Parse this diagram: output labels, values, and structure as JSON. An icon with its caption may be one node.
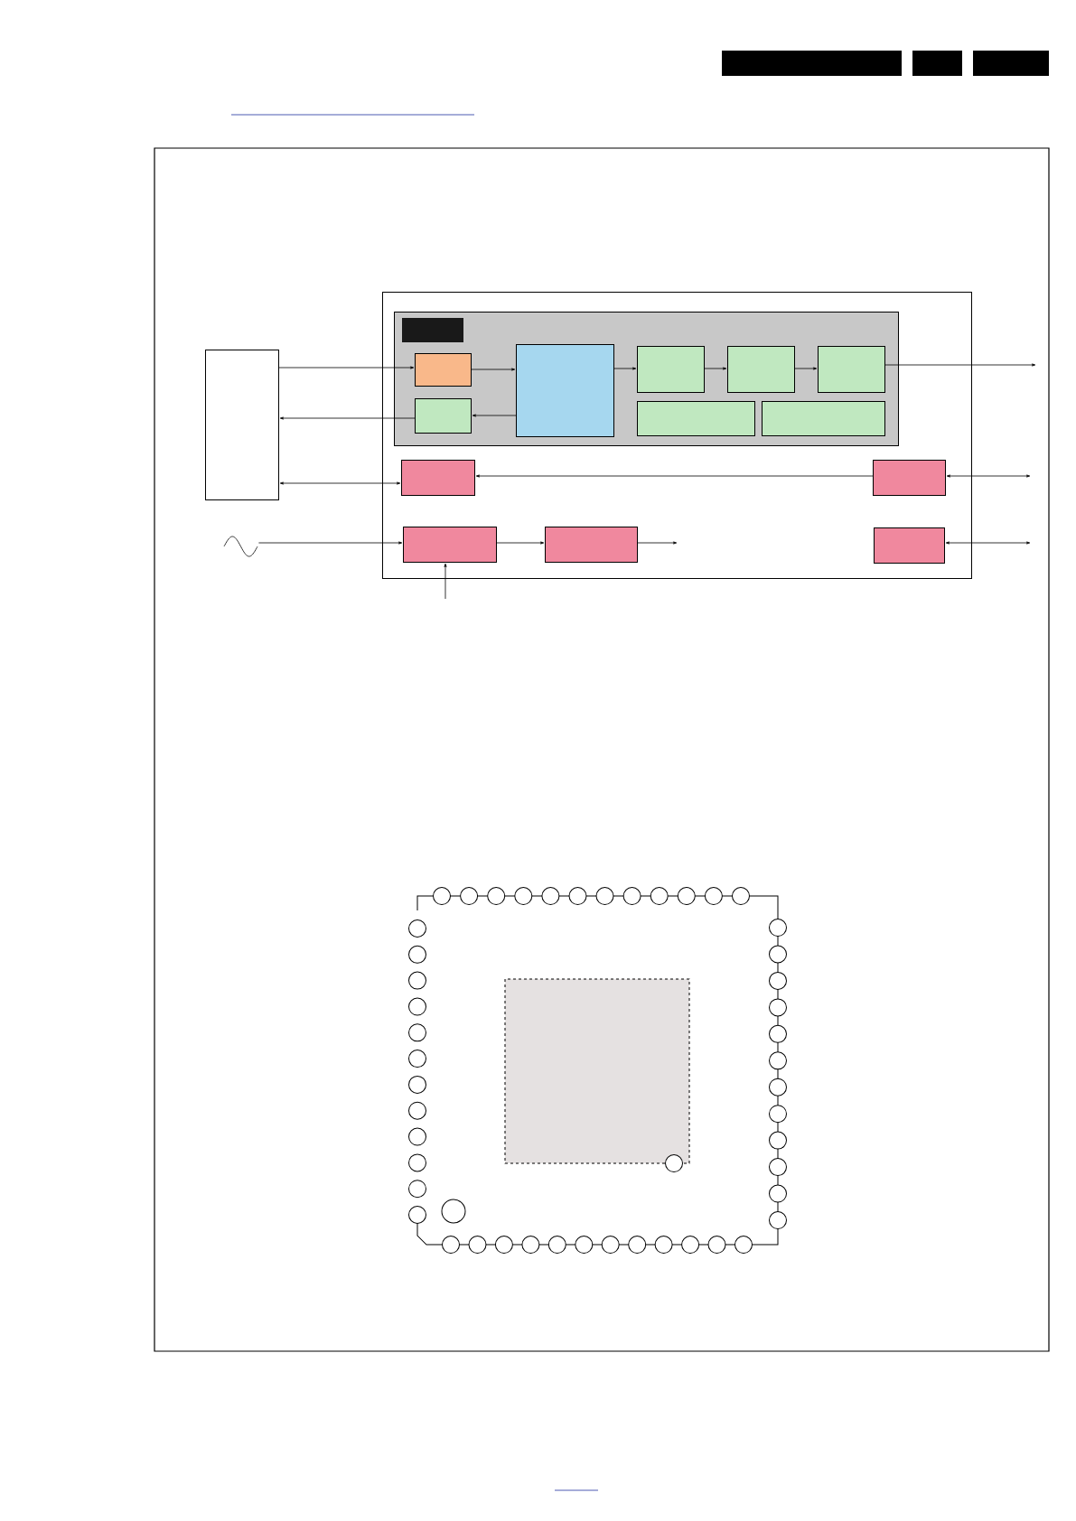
{
  "diagram": {
    "nodes": [
      {
        "text": [],
        "shape": "box"
      },
      {
        "text": [],
        "shape": "box"
      },
      {
        "text": [],
        "shape": "box",
        "in": 1
      },
      {
        "text": [],
        "shape": "box",
        "in": 2
      },
      {
        "text": [],
        "shape": "box",
        "in": 2
      },
      {
        "text": [],
        "shape": "box",
        "in": 2
      },
      {
        "text": [],
        "shape": "box",
        "in": 2
      },
      {
        "text": [],
        "shape": "box",
        "in": 2
      },
      {
        "text": [],
        "shape": "box",
        "in": 2
      },
      {
        "text": [],
        "shape": "box",
        "in": 2
      },
      {
        "text": [],
        "shape": "box",
        "in": 2
      },
      {
        "text": [],
        "shape": "box",
        "in": 1
      },
      {
        "text": [],
        "shape": "box",
        "in": 1
      },
      {
        "text": [],
        "shape": "wave"
      },
      {
        "text": [],
        "shape": "box",
        "in": 1
      },
      {
        "text": [],
        "shape": "box",
        "in": 1
      },
      {
        "text": [],
        "shape": "box",
        "in": 1
      }
    ],
    "edges": [
      {
        "from": 0,
        "to": 3,
        "arrow": "to"
      },
      {
        "from": 3,
        "to": 4,
        "arrow": "to"
      },
      {
        "from": 4,
        "to": 5,
        "arrow": "to"
      },
      {
        "from": 5,
        "to": 6,
        "arrow": "to"
      },
      {
        "from": 6,
        "to": 7,
        "arrow": "to"
      },
      {
        "from": 7,
        "to": null,
        "arrow": "to"
      },
      {
        "from": 4,
        "to": 8,
        "arrow": "to"
      },
      {
        "from": 8,
        "to": 0,
        "arrow": "to"
      },
      {
        "from": 0,
        "to": 11,
        "arrow": "both"
      },
      {
        "from": 12,
        "to": 11,
        "arrow": "to"
      },
      {
        "from": 12,
        "to": null,
        "arrow": "both"
      },
      {
        "from": 13,
        "to": 14,
        "arrow": "to"
      },
      {
        "from": 14,
        "to": 15,
        "arrow": "to"
      },
      {
        "from": 15,
        "to": null,
        "arrow": "to"
      },
      {
        "from": null,
        "to": 14,
        "arrow": "to"
      },
      {
        "from": 16,
        "to": null,
        "arrow": "both"
      }
    ]
  }
}
